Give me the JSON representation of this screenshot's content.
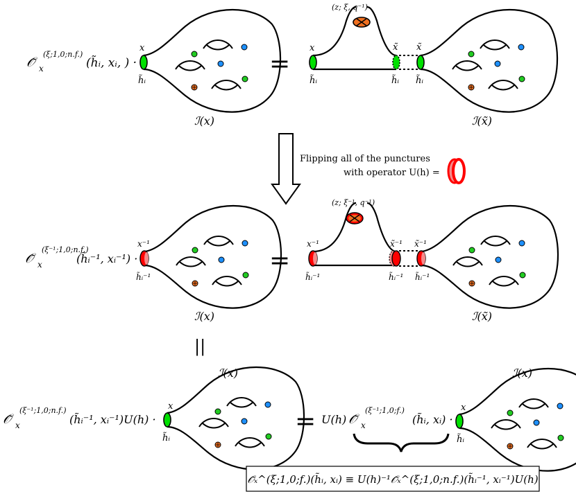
{
  "colors": {
    "puncture_green": "#00e000",
    "puncture_red": "#ff0000",
    "puncture_pink": "#f58a8a",
    "dot_green": "#22cc22",
    "dot_blue": "#1e90ff",
    "dot_orange": "#f07020",
    "stroke": "#000000"
  },
  "operators": {
    "top_left": {
      "base": "𝒪̃",
      "sub": "x",
      "sup": "(ξ;1,0;n.f.)",
      "args": "(h̃ᵢ, xᵢ, ) ·"
    },
    "mid_left": {
      "base": "𝒪̃",
      "sub": "x",
      "sup": "(ξ⁻¹;1,0;n.f.)",
      "args": "(h̃ᵢ⁻¹, xᵢ⁻¹) ·"
    },
    "bottom_left": {
      "base": "𝒪̃",
      "sub": "x",
      "sup": "(ξ⁻¹;1,0;n.f.)",
      "args": "(h̃ᵢ⁻¹, xᵢ⁻¹)U(h) ·"
    },
    "bottom_right": {
      "prefix": "U(h)",
      "base": "𝒪̃",
      "sub": "x",
      "sup": "(ξ⁻¹;1,0;f.)",
      "args": "(h̃ᵢ, xᵢ) ·"
    }
  },
  "equals": "=",
  "parallel_equals": "||",
  "labels": {
    "I_x": "ℐ(x)",
    "I_xtilde": "ℐ(x̃)",
    "x": "x",
    "h_i": "h̃ᵢ",
    "x_tilde": "x̃",
    "x_inv": "x⁻¹",
    "h_i_inv": "h̃ᵢ⁻¹",
    "x_tilde_inv": "x̃⁻¹",
    "cap_top": "(z; ξ, q⁻¹)",
    "cap_mid": "(z; ξ⁻¹, q⁻¹)"
  },
  "flip_note": {
    "line1": "Flipping all of the punctures",
    "line2": "with operator U(h) ="
  },
  "definition_box": "𝒪̃ₓ^(ξ;1,0;f.)(h̃ᵢ, xᵢ) ≡ U(h)⁻¹𝒪̃ₓ^(ξ;1,0;n.f.)(h̃ᵢ⁻¹, xᵢ⁻¹)U(h)"
}
